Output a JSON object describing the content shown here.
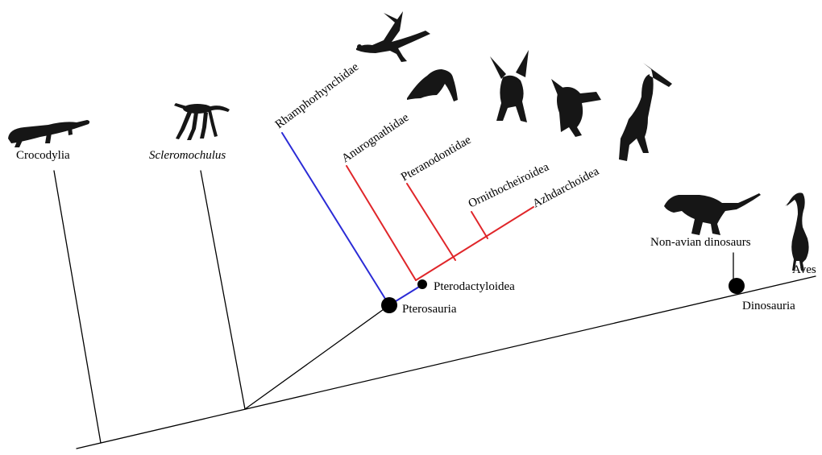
{
  "diagram": {
    "type": "cladogram",
    "colors": {
      "stem": "#000000",
      "basal_pterosaur": "#2b2bd6",
      "pterodactyloid": "#e0262a",
      "silhouette": "#161616",
      "background": "#ffffff"
    },
    "taxa": {
      "crocodylia": "Crocodylia",
      "scleromochulus": "Scleromochulus",
      "rhamphorhynchidae": "Rhamphorhynchidae",
      "anurognathidae": "Anurognathidae",
      "pteranodontidae": "Pteranodontidae",
      "ornithocheiroidea": "Ornithocheiroidea",
      "azhdarchoidea": "Azhdarchoidea",
      "non_avian_dinosaurs": "Non-avian dinosaurs",
      "aves": "Aves"
    },
    "nodes": {
      "pterosauria": "Pterosauria",
      "pterodactyloidea": "Pterodactyloidea",
      "dinosauria": "Dinosauria"
    },
    "silhouettes": [
      "crocodile-silhouette",
      "scleromochulus-silhouette",
      "rhamphorhynchid-silhouette",
      "anurognathid-silhouette",
      "pteranodontid-silhouette",
      "ornithocheiroid-silhouette",
      "azhdarchoid-silhouette",
      "theropod-silhouette",
      "heron-silhouette"
    ]
  }
}
